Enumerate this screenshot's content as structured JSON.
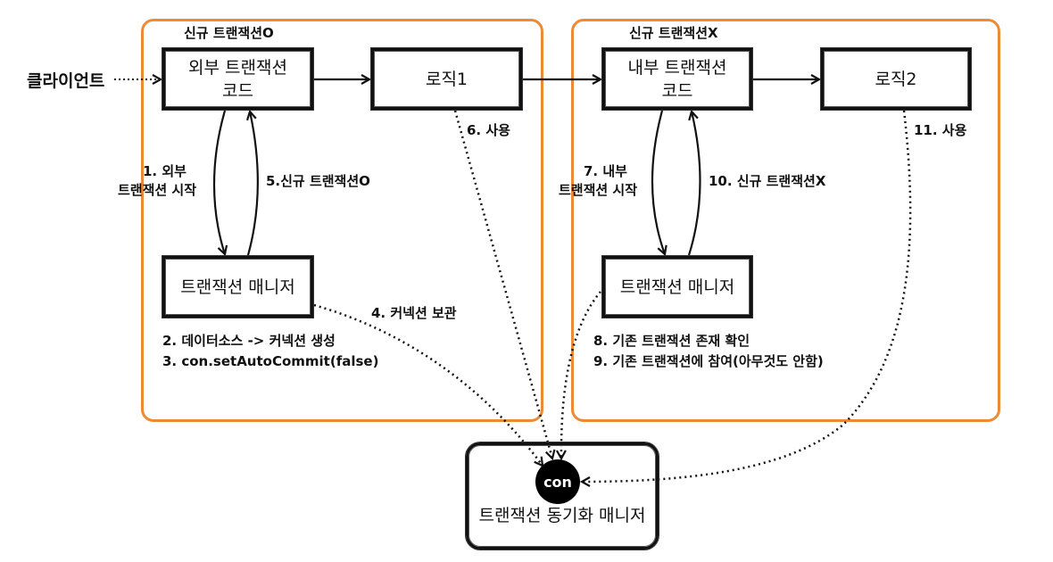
{
  "client_label": "클라이언트",
  "zones": {
    "outer": {
      "title": "신규 트랜잭션O",
      "color": "#ee8a35"
    },
    "inner": {
      "title": "신규 트랜잭션X",
      "color": "#ee8a35"
    }
  },
  "boxes": {
    "outer_tx_code": {
      "line1": "외부 트랜잭션",
      "line2": "코드"
    },
    "logic1": "로직1",
    "outer_tx_manager": "트랜잭션 매니저",
    "inner_tx_code": {
      "line1": "내부 트랜잭션",
      "line2": "코드"
    },
    "logic2": "로직2",
    "inner_tx_manager": "트랜잭션 매니저",
    "sync_manager": "트랜잭션 동기화 매니저",
    "connection": "con"
  },
  "steps": {
    "s1": {
      "line1": "1. 외부",
      "line2": "트랜잭션 시작"
    },
    "s2": "2. 데이터소스 -> 커넥션 생성",
    "s3": "3. con.setAutoCommit(false)",
    "s4": "4. 커넥션 보관",
    "s5": "5.신규 트랜잭션O",
    "s6": "6. 사용",
    "s7": {
      "line1": "7. 내부",
      "line2": "트랜잭션 시작"
    },
    "s8": "8. 기존 트랜잭션 존재 확인",
    "s9": "9. 기존 트랜잭션에 참여(아무것도 안함)",
    "s10": "10. 신규 트랜잭션X",
    "s11": "11. 사용"
  }
}
